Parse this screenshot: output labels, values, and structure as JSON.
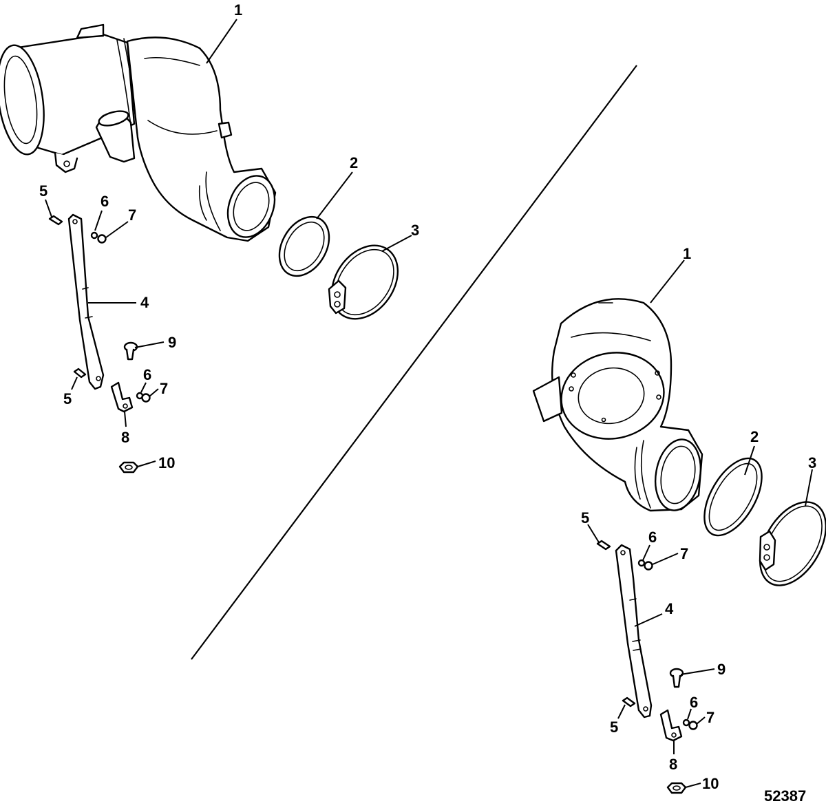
{
  "diagram": {
    "figure_number": "52387",
    "views": [
      {
        "id": "upper-left-assembly",
        "callouts": [
          "1",
          "2",
          "3",
          "4",
          "5",
          "6",
          "7",
          "9",
          "5",
          "6",
          "7",
          "8",
          "10"
        ]
      },
      {
        "id": "lower-right-assembly",
        "callouts": [
          "1",
          "2",
          "3",
          "5",
          "6",
          "7",
          "4",
          "9",
          "5",
          "6",
          "7",
          "8",
          "10"
        ]
      }
    ]
  }
}
